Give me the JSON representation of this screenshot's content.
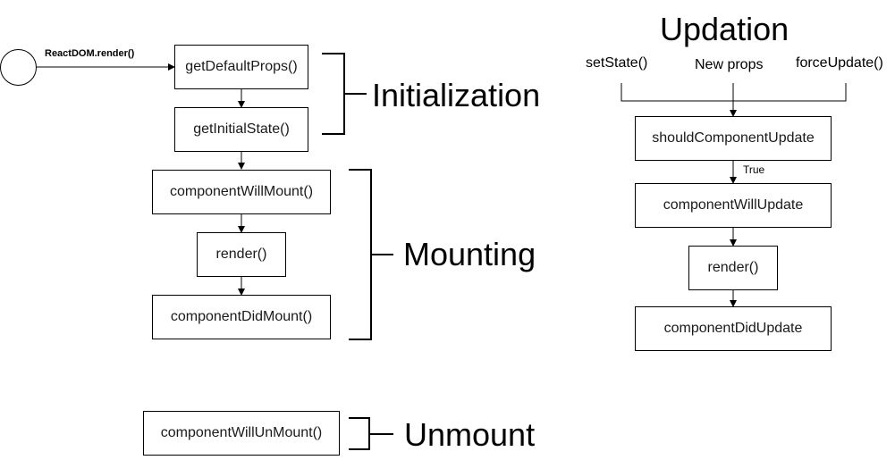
{
  "colors": {
    "stroke": "#000000",
    "box_fill": "#ffffff",
    "text": "#1a1a1a",
    "background": "#ffffff"
  },
  "initialization": {
    "phase_label": "Initialization",
    "trigger_label": "ReactDOM.render()",
    "nodes": [
      "getDefaultProps()",
      "getInitialState()"
    ]
  },
  "mounting": {
    "phase_label": "Mounting",
    "nodes": [
      "componentWillMount()",
      "render()",
      "componentDidMount()"
    ]
  },
  "unmount": {
    "phase_label": "Unmount",
    "nodes": [
      "componentWillUnMount()"
    ]
  },
  "updation": {
    "phase_label": "Updation",
    "triggers": [
      "setState()",
      "New props",
      "forceUpdate()"
    ],
    "condition_label": "True",
    "nodes": [
      "shouldComponentUpdate",
      "componentWillUpdate",
      "render()",
      "componentDidUpdate"
    ]
  }
}
